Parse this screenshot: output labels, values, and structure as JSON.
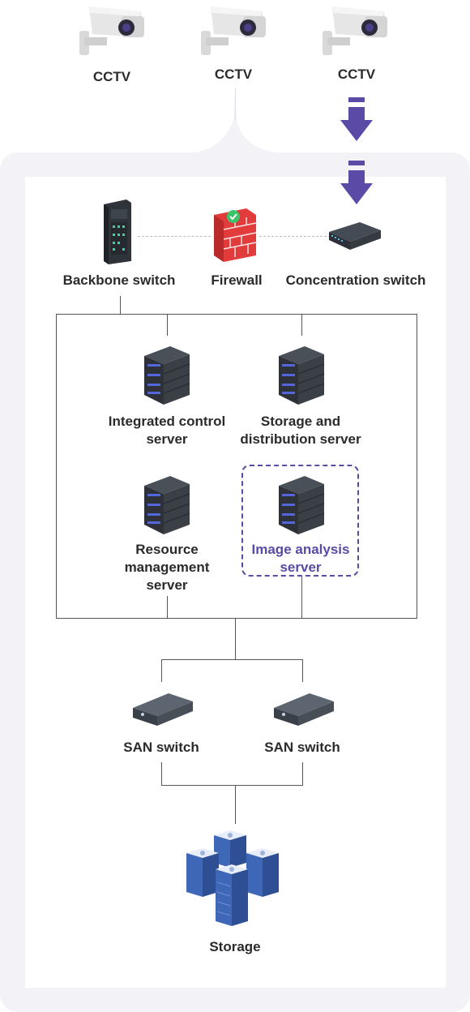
{
  "cameras": [
    {
      "label": "CCTV"
    },
    {
      "label": "CCTV"
    },
    {
      "label": "CCTV"
    }
  ],
  "network": {
    "backbone_switch": "Backbone switch",
    "firewall": "Firewall",
    "concentration_switch": "Concentration switch"
  },
  "servers": {
    "integrated_control": [
      "Integrated control",
      "server"
    ],
    "storage_distribution": [
      "Storage and",
      "distribution server"
    ],
    "resource_management": [
      "Resource",
      "management",
      "server"
    ],
    "image_analysis": [
      "Image analysis",
      "server"
    ]
  },
  "san": [
    {
      "label": "SAN switch"
    },
    {
      "label": "SAN switch"
    }
  ],
  "storage": {
    "label": "Storage"
  },
  "colors": {
    "accent": "#5b4aa6",
    "panel": "#f2f2f7",
    "server": "#3a3f47",
    "storage": "#3f67b8",
    "firewall": "#e23b3b"
  },
  "icons": [
    "cctv-camera-icon",
    "arrow-down-icon",
    "server-rack-icon",
    "firewall-icon",
    "network-switch-icon",
    "server-icon",
    "storage-icon"
  ]
}
